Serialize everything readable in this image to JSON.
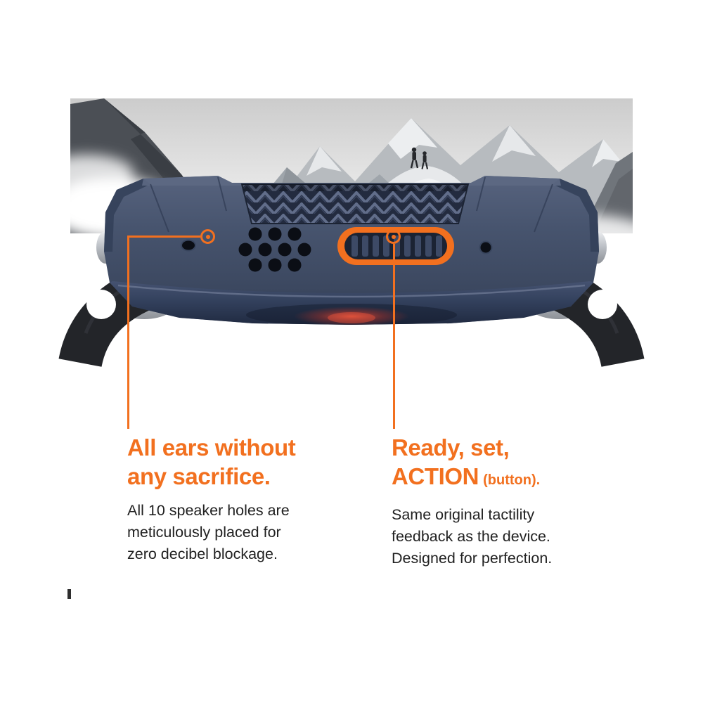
{
  "colors": {
    "accent": "#F2701F",
    "case_body": "#46536D",
    "carbon_panel": "#232B3F",
    "strap": "#232529",
    "body_text": "#212121",
    "photo_sky": "#D9D9D9",
    "sensor_glow": "#E0503A"
  },
  "icons": {
    "callout_marker": "ring-with-center-dot"
  },
  "callouts": {
    "left": {
      "heading_lines": [
        "All ears without",
        "any sacrifice."
      ],
      "body_lines": [
        "All 10 speaker holes are",
        "meticulously placed for",
        "zero decibel blockage."
      ]
    },
    "right": {
      "heading_lines": [
        "Ready, set,",
        "ACTION"
      ],
      "heading_note": "(button).",
      "body_lines": [
        "Same original tactility",
        "feedback as the device.",
        "Designed for perfection."
      ]
    }
  }
}
